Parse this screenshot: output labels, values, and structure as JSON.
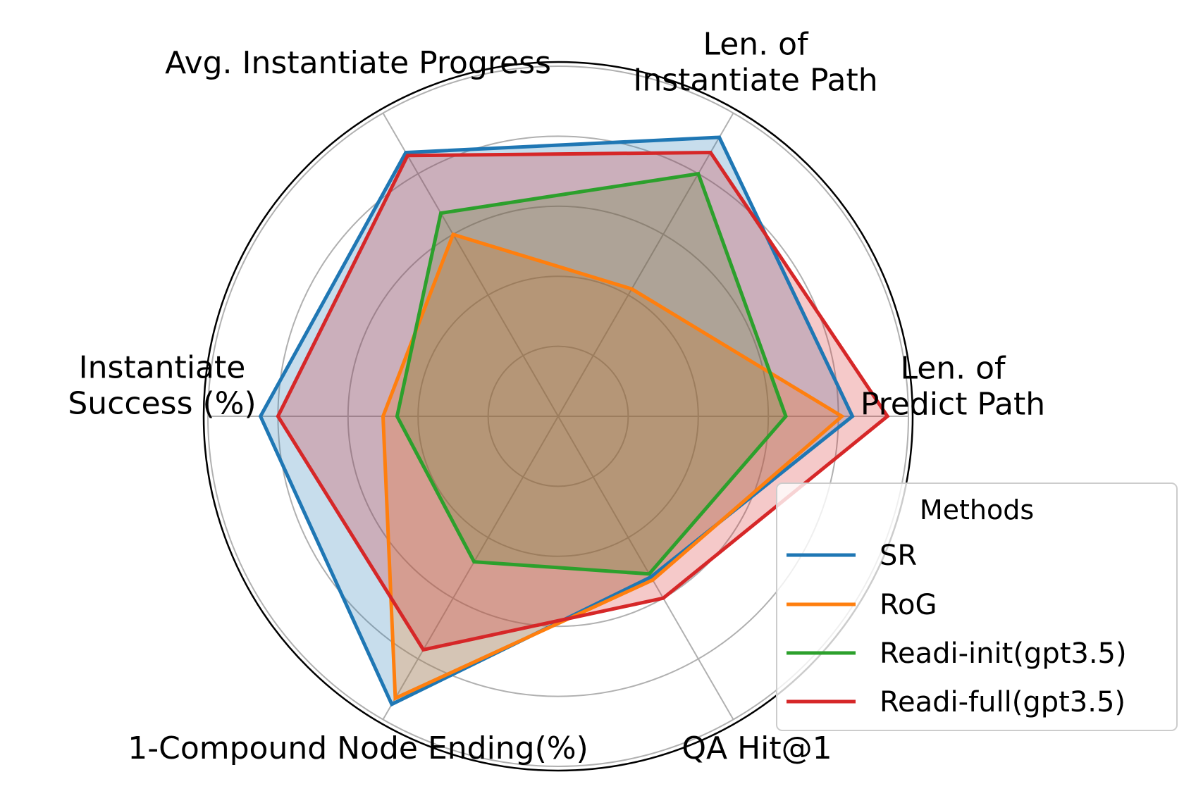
{
  "chart_data": {
    "type": "radar",
    "axes": [
      {
        "label": "Len. of\nPredict Path"
      },
      {
        "label": "Len. of\nInstantiate Path"
      },
      {
        "label": "Avg. Instantiate Progress"
      },
      {
        "label": "Instantiate\nSuccess (%)"
      },
      {
        "label": "1-Compound Node Ending(%)"
      },
      {
        "label": "QA Hit@1"
      }
    ],
    "rlim": [
      0,
      1
    ],
    "grid": true,
    "legend": {
      "title": "Methods",
      "placement": "lower-right"
    },
    "series": [
      {
        "name": "SR",
        "color": "#1f77b4",
        "fill_alpha": 0.25,
        "values": [
          0.84,
          0.92,
          0.87,
          0.85,
          0.95,
          0.53
        ]
      },
      {
        "name": "RoG",
        "color": "#ff7f0e",
        "fill_alpha": 0.25,
        "values": [
          0.81,
          0.42,
          0.6,
          0.5,
          0.93,
          0.54
        ]
      },
      {
        "name": "Readi-init(gpt3.5)",
        "color": "#2ca02c",
        "fill_alpha": 0.25,
        "values": [
          0.65,
          0.8,
          0.67,
          0.46,
          0.48,
          0.52
        ]
      },
      {
        "name": "Readi-full(gpt3.5)",
        "color": "#d62728",
        "fill_alpha": 0.25,
        "values": [
          0.94,
          0.87,
          0.86,
          0.8,
          0.77,
          0.6
        ]
      }
    ]
  }
}
